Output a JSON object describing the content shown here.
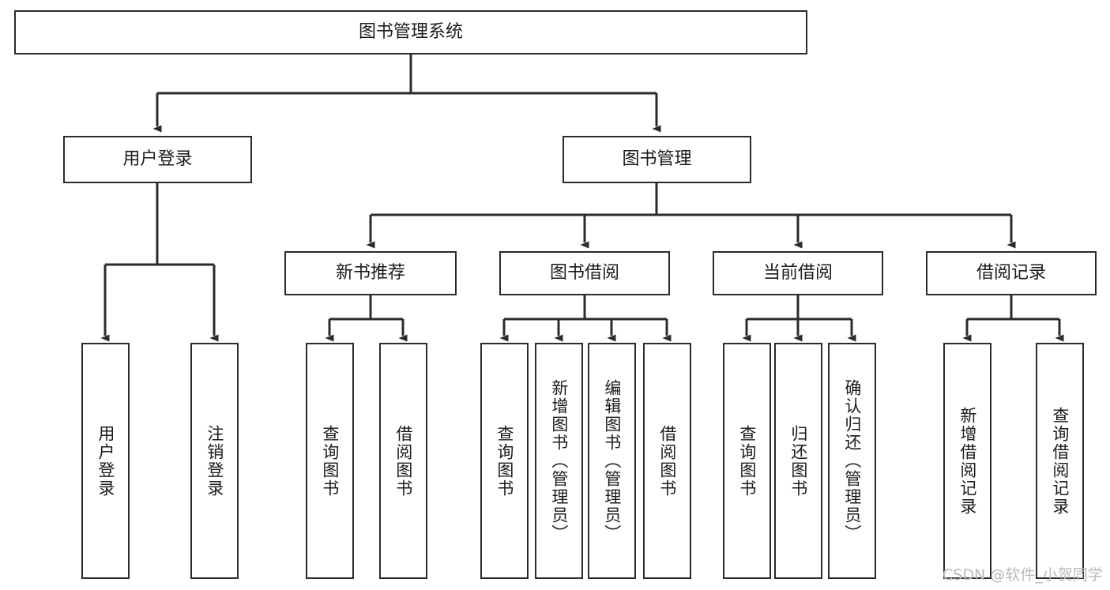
{
  "diagram": {
    "type": "tree-hierarchy",
    "title": "图书管理系统",
    "orientation": "top-down",
    "colors": {
      "stroke": "#2b2b2b",
      "fill": "#ffffff",
      "text": "#1b1b1b",
      "watermark": "#b9b9b9"
    },
    "watermark": "CSDN @软件_小贺同学",
    "levels": {
      "root": [
        "图书管理系统"
      ],
      "level2": [
        "用户登录",
        "图书管理"
      ],
      "level3": [
        "新书推荐",
        "图书借阅",
        "当前借阅",
        "借阅记录"
      ],
      "leaves": [
        "用户登录",
        "注销登录",
        "查询图书",
        "借阅图书",
        "查询图书",
        "新增图书（管理员）",
        "编辑图书（管理员）",
        "借阅图书",
        "查询图书",
        "归还图书",
        "确认归还（管理员）",
        "新增借阅记录",
        "查询借阅记录"
      ]
    }
  },
  "nodes": {
    "root": {
      "label": "图书管理系统"
    },
    "user_login": {
      "label": "用户登录"
    },
    "book_manage": {
      "label": "图书管理"
    },
    "new_book_rec": {
      "label": "新书推荐"
    },
    "book_borrow": {
      "label": "图书借阅"
    },
    "current_borrow": {
      "label": "当前借阅"
    },
    "borrow_record": {
      "label": "借阅记录"
    },
    "leaf_user_login": {
      "label": "用户登录"
    },
    "leaf_logout": {
      "label": "注销登录"
    },
    "leaf_query_book_a": {
      "label": "查询图书"
    },
    "leaf_borrow_book_a": {
      "label": "借阅图书"
    },
    "leaf_query_book_b": {
      "label": "查询图书"
    },
    "leaf_add_book": {
      "label": "新增图书（管理员）"
    },
    "leaf_edit_book": {
      "label": "编辑图书（管理员）"
    },
    "leaf_borrow_book_b": {
      "label": "借阅图书"
    },
    "leaf_query_book_c": {
      "label": "查询图书"
    },
    "leaf_return_book": {
      "label": "归还图书"
    },
    "leaf_confirm_return": {
      "label": "确认归还（管理员）"
    },
    "leaf_add_record": {
      "label": "新增借阅记录"
    },
    "leaf_query_record": {
      "label": "查询借阅记录"
    }
  },
  "watermark": {
    "text": "CSDN @软件_小贺同学"
  }
}
